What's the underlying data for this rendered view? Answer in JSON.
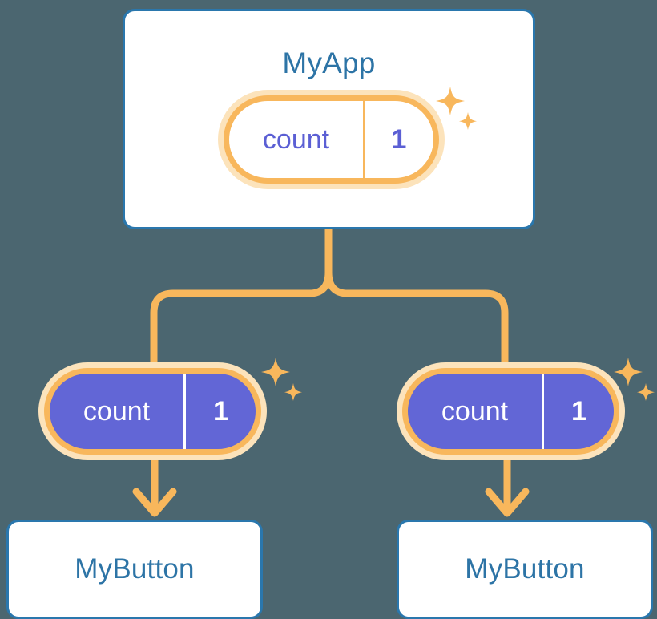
{
  "diagram": {
    "background_color": "#4b6670",
    "accent_orange": "#f8b75c",
    "accent_orange_light": "#fce3bb",
    "accent_blue": "#2a77ad",
    "accent_purple": "#6266d6",
    "title_color": "#2d74a6"
  },
  "root": {
    "label": "MyApp",
    "state": {
      "key": "count",
      "value": "1",
      "fill": "white",
      "text_color": "#5b5fd4"
    },
    "sparkle_name": "sparkle-cluster"
  },
  "children": [
    {
      "state": {
        "key": "count",
        "value": "1",
        "fill": "#6266d6",
        "text_color": "#ffffff"
      },
      "label": "MyButton",
      "sparkle_name": "sparkle-cluster"
    },
    {
      "state": {
        "key": "count",
        "value": "1",
        "fill": "#6266d6",
        "text_color": "#ffffff"
      },
      "label": "MyButton",
      "sparkle_name": "sparkle-cluster"
    }
  ]
}
